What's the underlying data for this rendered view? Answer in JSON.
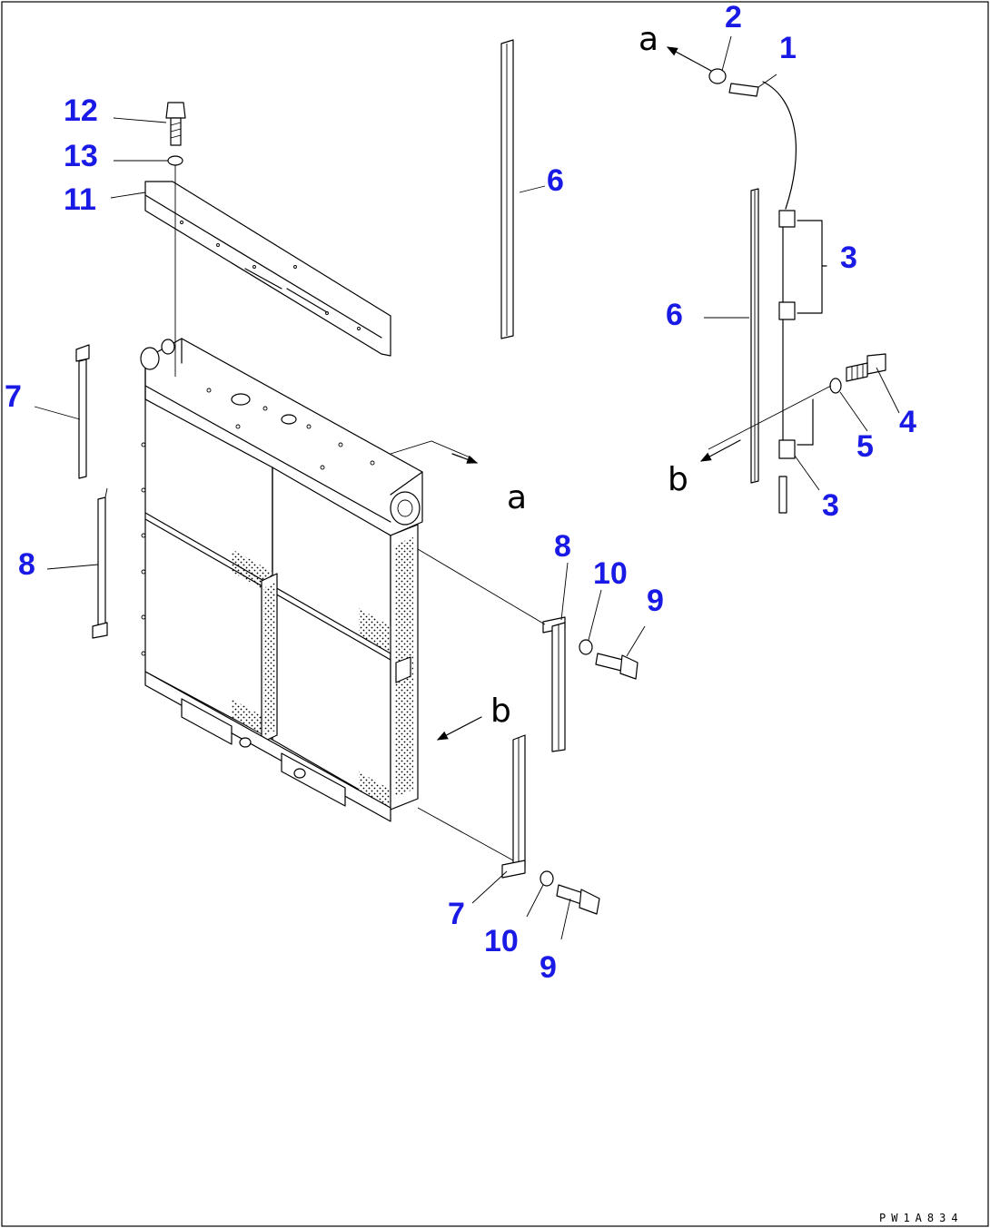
{
  "drawing_code": "PW1A834",
  "callouts": {
    "c1": "1",
    "c2": "2",
    "c3a": "3",
    "c3b": "3",
    "c4": "4",
    "c5": "5",
    "c6a": "6",
    "c6b": "6",
    "c7a": "7",
    "c7b": "7",
    "c8a": "8",
    "c8b": "8",
    "c9a": "9",
    "c9b": "9",
    "c10a": "10",
    "c10b": "10",
    "c11": "11",
    "c12": "12",
    "c13": "13"
  },
  "refs": {
    "a_top": "a",
    "a_mid": "a",
    "b_right": "b",
    "b_mid": "b"
  },
  "colors": {
    "callout": "#1a1ae6",
    "line": "#000000"
  }
}
